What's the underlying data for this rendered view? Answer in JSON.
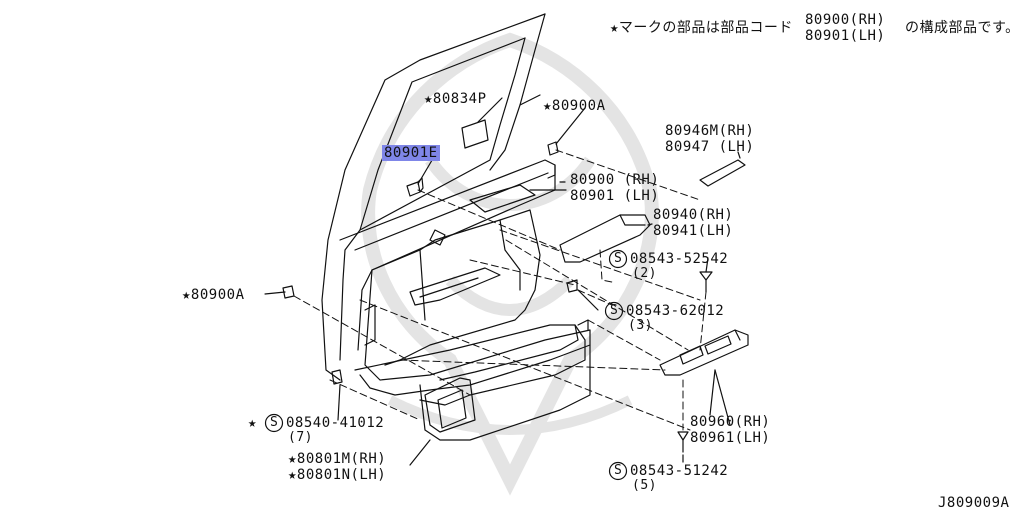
{
  "header_note": {
    "prefix": "★マークの部品は部品コード",
    "codes": [
      "80900(RH)",
      "80901(LH)"
    ],
    "suffix": "の構成部品です。"
  },
  "parts": [
    {
      "id": "p-80834p",
      "lines": [
        "★80834P"
      ]
    },
    {
      "id": "p-80900a-top",
      "lines": [
        "★80900A"
      ]
    },
    {
      "id": "p-80901e",
      "lines": [
        "80901E"
      ],
      "highlighted": true
    },
    {
      "id": "p-80946m",
      "lines": [
        "80946M(RH)",
        "80947 (LH)"
      ]
    },
    {
      "id": "p-80900",
      "lines": [
        "80900 (RH)",
        "80901 (LH)"
      ]
    },
    {
      "id": "p-80940",
      "lines": [
        "80940(RH)",
        "80941(LH)"
      ]
    },
    {
      "id": "p-08543-52542",
      "lines": [
        "08543-52542",
        "(2)"
      ],
      "screw": true
    },
    {
      "id": "p-80900a-left",
      "lines": [
        "★80900A"
      ]
    },
    {
      "id": "p-08543-62012",
      "lines": [
        "08543-62012",
        "(3)"
      ],
      "screw": true
    },
    {
      "id": "p-08540-41012",
      "lines": [
        "08540-41012",
        "(7)"
      ],
      "screw": true,
      "starred": true
    },
    {
      "id": "p-80960",
      "lines": [
        "80960(RH)",
        "80961(LH)"
      ]
    },
    {
      "id": "p-80801m",
      "lines": [
        "★80801M(RH)",
        "★80801N(LH)"
      ]
    },
    {
      "id": "p-08543-51242",
      "lines": [
        "08543-51242",
        "(5)"
      ],
      "screw": true
    }
  ],
  "footer_code": "J809009A",
  "screw_symbol": "S",
  "star_symbol": "★",
  "colors": {
    "line": "#111111",
    "highlight": "#7f86e8",
    "watermark": "#000000"
  }
}
